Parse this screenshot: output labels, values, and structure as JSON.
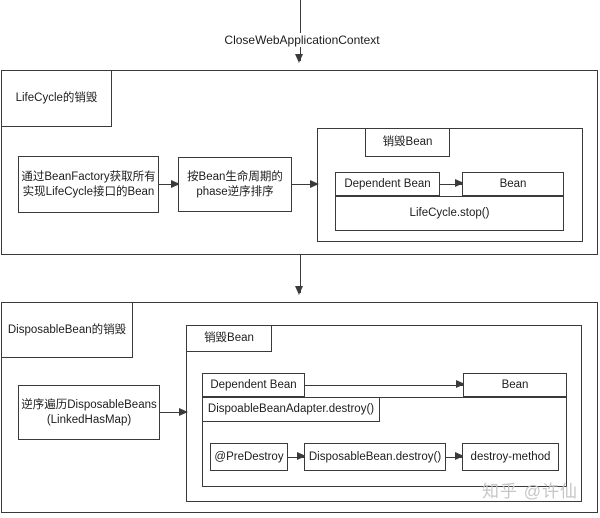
{
  "page": {
    "watermark": "知乎 @许仙"
  },
  "colors": {
    "background": "#ffffff",
    "line": "#3a3a3a",
    "watermark": "#c6c6c6"
  },
  "top": {
    "label": "CloseWebApplicationContext"
  },
  "lifecycle_block": {
    "title": "LifeCycle的销毁",
    "step1_line1": "通过BeanFactory获取所有",
    "step1_line2": "实现LifeCycle接口的Bean",
    "step2_line1": "按Bean生命周期的",
    "step2_line2": "phase逆序排序",
    "destroy_container": {
      "title": "销毁Bean",
      "dependent_bean": "Dependent Bean",
      "bean": "Bean",
      "stop_method": "LifeCycle.stop()"
    }
  },
  "disposable_block": {
    "title": "DisposableBean的销毁",
    "step1_line1": "逆序遍历DisposableBeans",
    "step1_line2": "(LinkedHasMap)",
    "destroy_container": {
      "title": "销毁Bean",
      "dependent_bean": "Dependent Bean",
      "bean": "Bean",
      "adapter_destroy": "DispoableBeanAdapter.destroy()",
      "pre_destroy": "@PreDestroy",
      "disposable_destroy": "DisposableBean.destroy()",
      "destroy_method": "destroy-method"
    }
  }
}
